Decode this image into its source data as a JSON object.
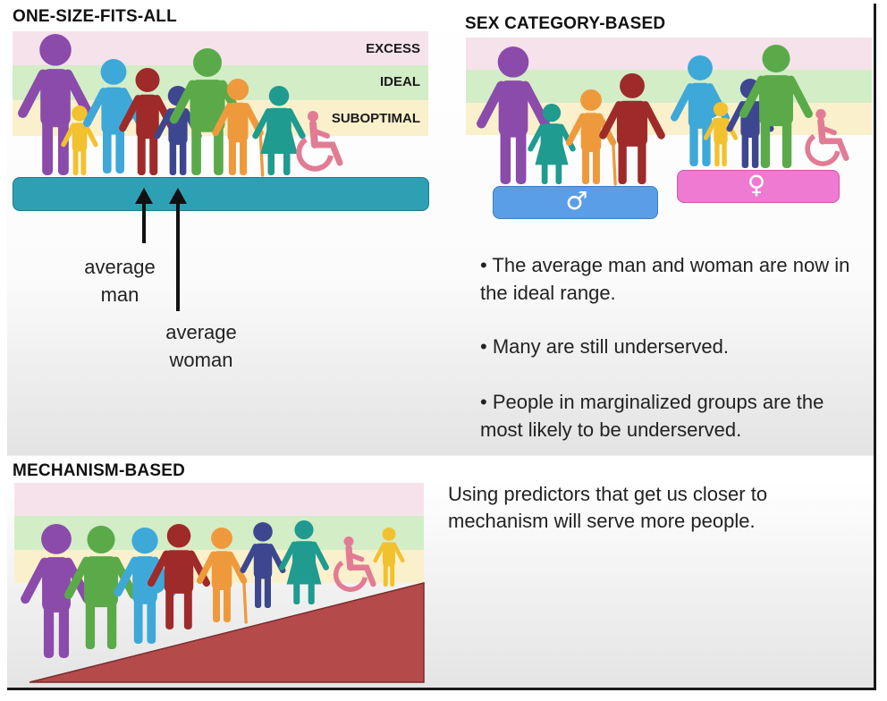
{
  "panels": {
    "one_size": {
      "title": "ONE-SIZE-FITS-ALL",
      "bands": {
        "excess": "EXCESS",
        "ideal": "IDEAL",
        "suboptimal": "SUBOPTIMAL"
      },
      "avg_man": "average\nman",
      "avg_woman": "average\nwoman"
    },
    "sex_based": {
      "title": "SEX CATEGORY-BASED",
      "male_symbol": "♂",
      "female_symbol": "♀",
      "bullets": [
        "• The average man and woman are now in the ideal range.",
        "• Many are still underserved.",
        "• People in marginalized groups are the most likely to be underserved."
      ]
    },
    "mechanism": {
      "title": "MECHANISM-BASED",
      "text": "Using predictors that get us closer to mechanism will serve more people."
    }
  },
  "colors": {
    "excess": "#f6e2ea",
    "ideal": "#d3edc7",
    "suboptimal": "#fbf0cc",
    "teal_platform": "#2ea0b4",
    "male_platform": "#5b9ee8",
    "female_platform": "#ef7ad2",
    "ramp": "#b54a4a"
  },
  "figures": [
    {
      "name": "man-purple",
      "color": "#8b4bab"
    },
    {
      "name": "child-yellow",
      "color": "#f2c12e"
    },
    {
      "name": "pregnant-blue",
      "color": "#3ea8d8"
    },
    {
      "name": "man-red",
      "color": "#9e2a2a"
    },
    {
      "name": "woman-navy",
      "color": "#3d4790"
    },
    {
      "name": "man-green",
      "color": "#5aaa4a"
    },
    {
      "name": "elder-orange",
      "color": "#ee9a3c"
    },
    {
      "name": "person-teal",
      "color": "#1f9b8f"
    },
    {
      "name": "wheelchair-pink",
      "color": "#e27b94"
    }
  ]
}
